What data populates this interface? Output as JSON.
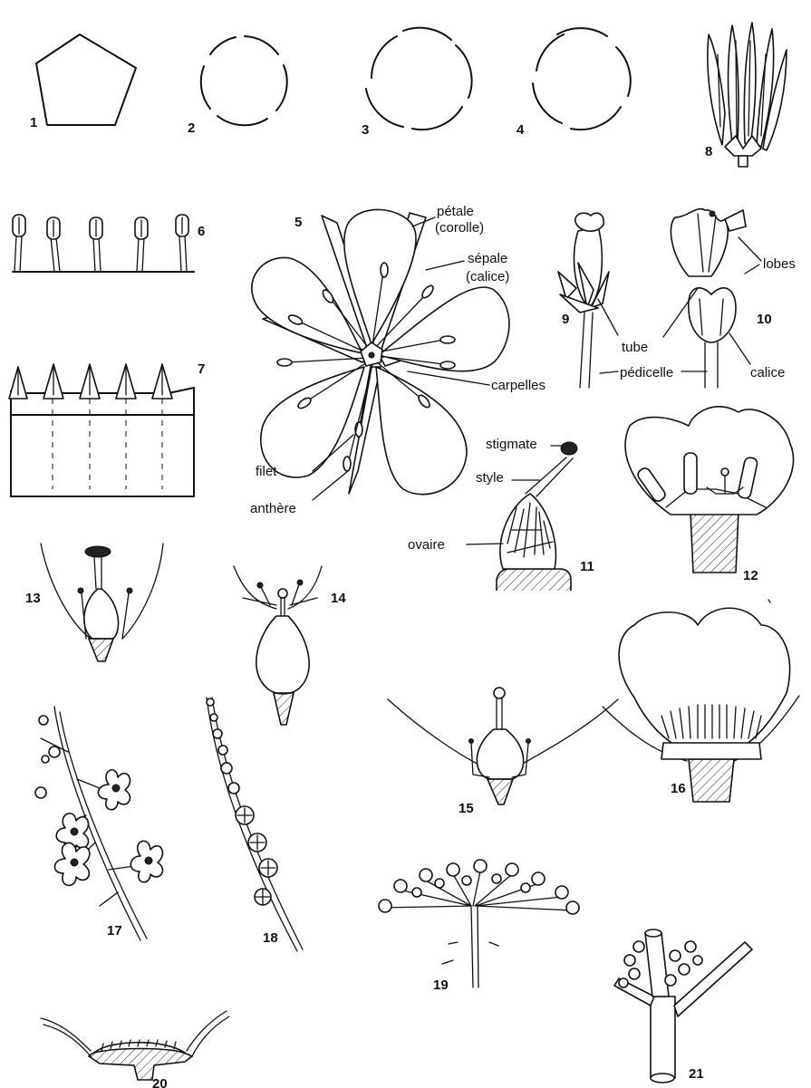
{
  "figures": [
    "1",
    "2",
    "3",
    "4",
    "5",
    "6",
    "7",
    "8",
    "9",
    "10",
    "11",
    "12",
    "13",
    "14",
    "15",
    "16",
    "17",
    "18",
    "19",
    "20",
    "21"
  ],
  "labels": {
    "petale": "pétale",
    "corolle": "(corolle)",
    "sepale": "sépale",
    "calice_paren": "(calice)",
    "carpelles": "carpelles",
    "filet": "filet",
    "anthere": "anthère",
    "lobes": "lobes",
    "tube": "tube",
    "pedicelle": "pédicelle",
    "calice": "calice",
    "stigmate": "stigmate",
    "style": "style",
    "ovaire": "ovaire"
  }
}
